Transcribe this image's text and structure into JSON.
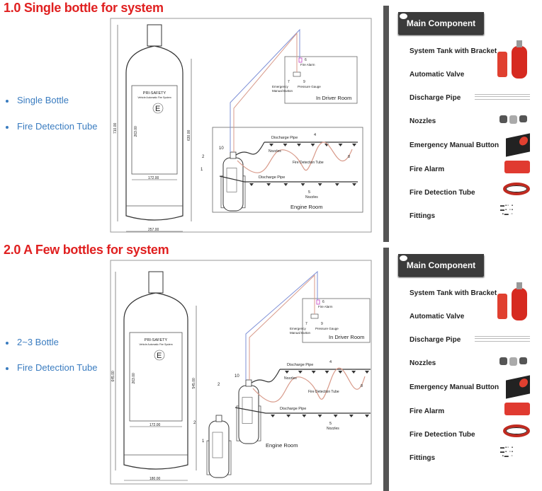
{
  "sections": [
    {
      "title": "1.0  Single bottle for system",
      "bullets": [
        "Single Bottle",
        "Fire Detection Tube"
      ],
      "diagram": {
        "brand": "PRI-SAFETY",
        "subtitle": "Vehicle Automatic Fire System",
        "mark": "E",
        "dims": {
          "height_total": "710.00",
          "height_body": "630.00",
          "label_height": "263.00",
          "label_width": "172.00",
          "width": "257.00"
        },
        "labels": {
          "n1": "1",
          "n2": "2",
          "n4": "4",
          "n5": "5",
          "n6": "6",
          "n7": "7",
          "n8": "8",
          "n9": "9",
          "n10": "10",
          "fire_alarm": "Fire Alarm",
          "emergency": "Emergency",
          "manual_button": "Manual Button",
          "pressure_gauge": "Pressure Gauge",
          "driver_room": "In Driver Room",
          "discharge_pipe_1": "Discharge Pipe",
          "discharge_pipe_2": "Discharge Pipe",
          "nozzles_1": "Nozzles",
          "nozzles_2": "Nozzles",
          "fire_detection_tube": "Fire Detection Tube",
          "engine_room": "Engine Room"
        }
      },
      "panel": {
        "header": "Main Component",
        "items": [
          "System Tank with Bracket",
          "Automatic Valve",
          "Discharge Pipe",
          "Nozzles",
          "Emergency Manual Button",
          "Fire Alarm",
          "Fire Detection Tube",
          "Fittings"
        ]
      }
    },
    {
      "title": "2.0  A Few bottles for system",
      "bullets": [
        "2~3 Bottle",
        "Fire Detection Tube"
      ],
      "diagram": {
        "brand": "PRI-SAFETY",
        "subtitle": "Vehicle Automatic Fire System",
        "mark": "E",
        "dims": {
          "height_total": "645.00",
          "height_body": "545.00",
          "label_height": "263.00",
          "label_width": "172.00",
          "width": "180.00"
        },
        "labels": {
          "n1": "1",
          "n2": "2",
          "n2b": "2",
          "n4": "4",
          "n5": "5",
          "n6": "6",
          "n7": "7",
          "n8": "8",
          "n9": "9",
          "n10": "10",
          "fire_alarm": "Fire Alarm",
          "emergency": "Emergency",
          "manual_button": "Manual Button",
          "pressure_gauge": "Pressure Gauge",
          "driver_room": "In Driver Room",
          "discharge_pipe_1": "Discharge Pipe",
          "discharge_pipe_2": "Discharge Pipe",
          "nozzles_1": "Nozzles",
          "nozzles_2": "Nozzles",
          "fire_detection_tube": "Fire Detection Tube",
          "engine_room": "Engine Room"
        }
      },
      "panel": {
        "header": "Main Component",
        "items": [
          "System Tank with Bracket",
          "Automatic Valve",
          "Discharge Pipe",
          "Nozzles",
          "Emergency Manual Button",
          "Fire Alarm",
          "Fire Detection Tube",
          "Fittings"
        ]
      }
    }
  ],
  "colors": {
    "title": "#e02020",
    "bullet": "#3a7cc0",
    "blue_line": "#7d8fd6",
    "red_line": "#d89a8a",
    "panel_header": "#3b3b3b"
  }
}
